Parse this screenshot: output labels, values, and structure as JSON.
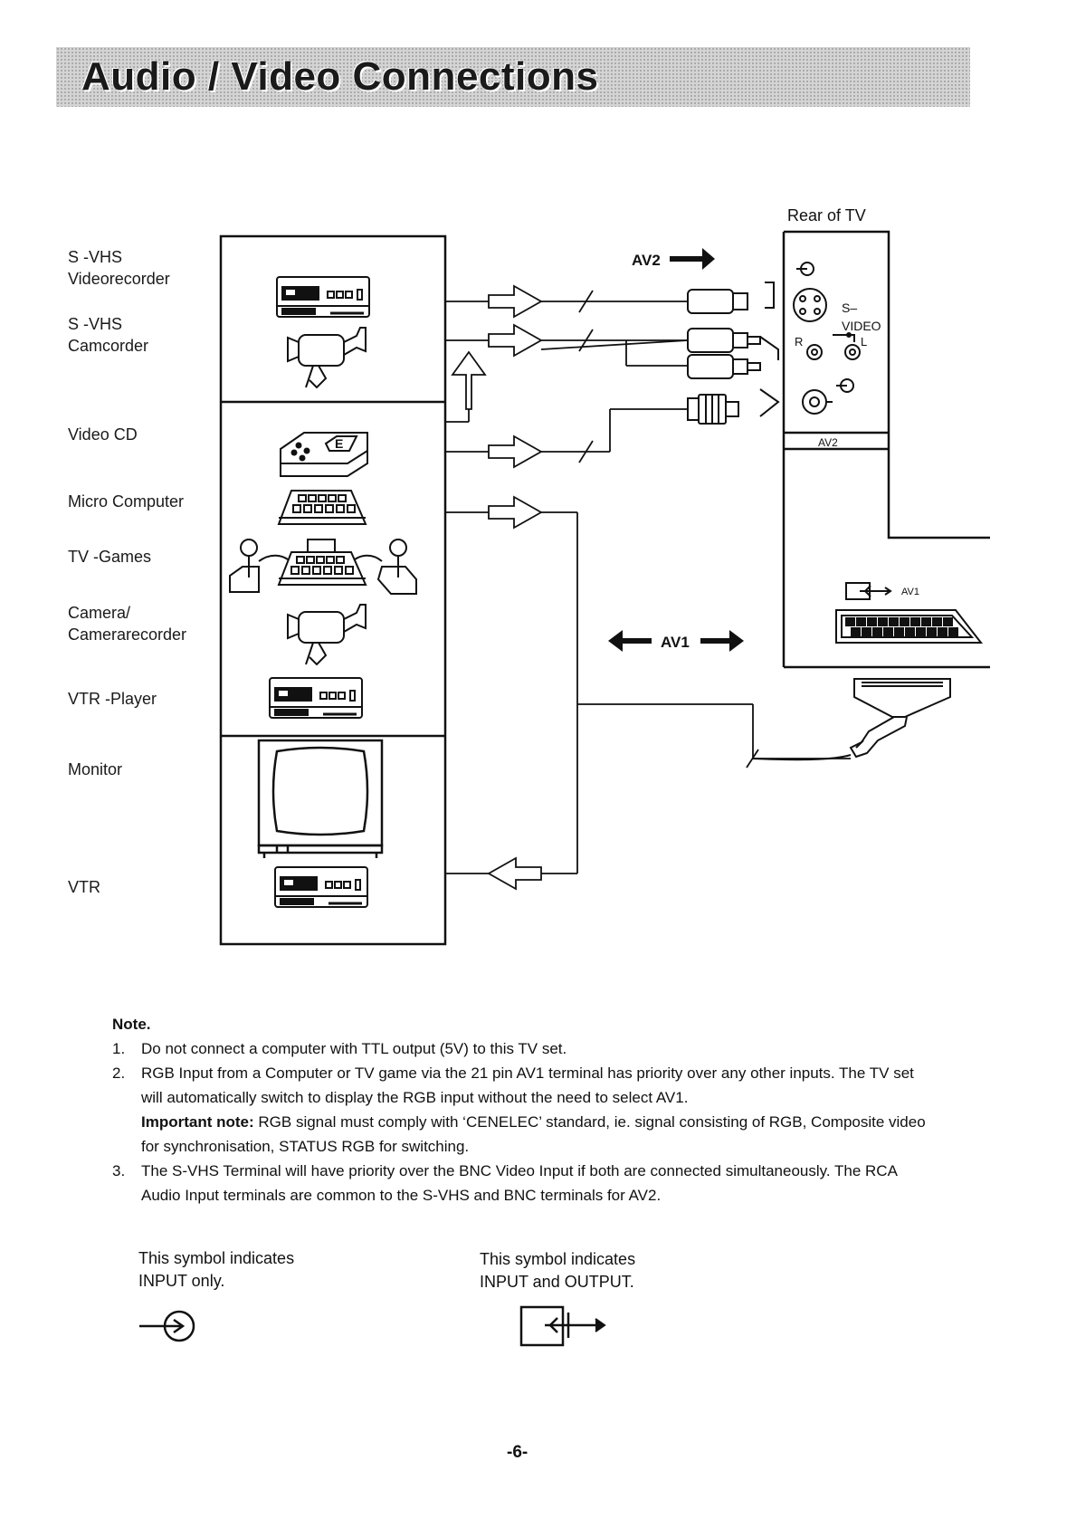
{
  "page": {
    "title": "Audio / Video Connections",
    "rear_label": "Rear of TV",
    "page_number": "-6-"
  },
  "devices": [
    {
      "label": "S -VHS\nVideorecorder"
    },
    {
      "label": "S -VHS\nCamcorder"
    },
    {
      "label": "Video CD"
    },
    {
      "label": "Micro  Computer"
    },
    {
      "label": "TV -Games"
    },
    {
      "label": "Camera/\nCamerarecorder"
    },
    {
      "label": "VTR -Player"
    },
    {
      "label": "Monitor"
    },
    {
      "label": "VTR"
    }
  ],
  "terminals": {
    "av2_arrow_label": "AV2",
    "av1_arrow_label": "AV1",
    "svideo_label": "S–\nVIDEO",
    "right_label": "R",
    "left_label": "L",
    "av2_panel_label": "AV2",
    "av1_panel_label": "AV1"
  },
  "notes": {
    "heading": "Note.",
    "items": [
      {
        "num": "1.",
        "text": "Do not connect a computer with TTL output (5V) to this TV set."
      },
      {
        "num": "2.",
        "text": "RGB Input from a Computer or TV game via the 21 pin AV1 terminal has priority over any other inputs. The TV set will automatically switch to display the RGB input without the need to select AV1."
      },
      {
        "num": "",
        "important_label": "Important note:",
        "text": "RGB signal must comply with ‘CENELEC’ standard, ie. signal consisting of RGB, Composite video for synchronisation, STATUS RGB for switching."
      },
      {
        "num": "3.",
        "text": "The S-VHS Terminal will have priority over the BNC Video Input if both are connected simultaneously. The RCA Audio Input terminals are common to the S-VHS and BNC terminals for AV2."
      }
    ]
  },
  "symbols": [
    {
      "text": "This symbol indicates\nINPUT only.",
      "icon": "input-only-icon"
    },
    {
      "text": "This symbol indicates\nINPUT and OUTPUT.",
      "icon": "input-output-icon"
    }
  ]
}
